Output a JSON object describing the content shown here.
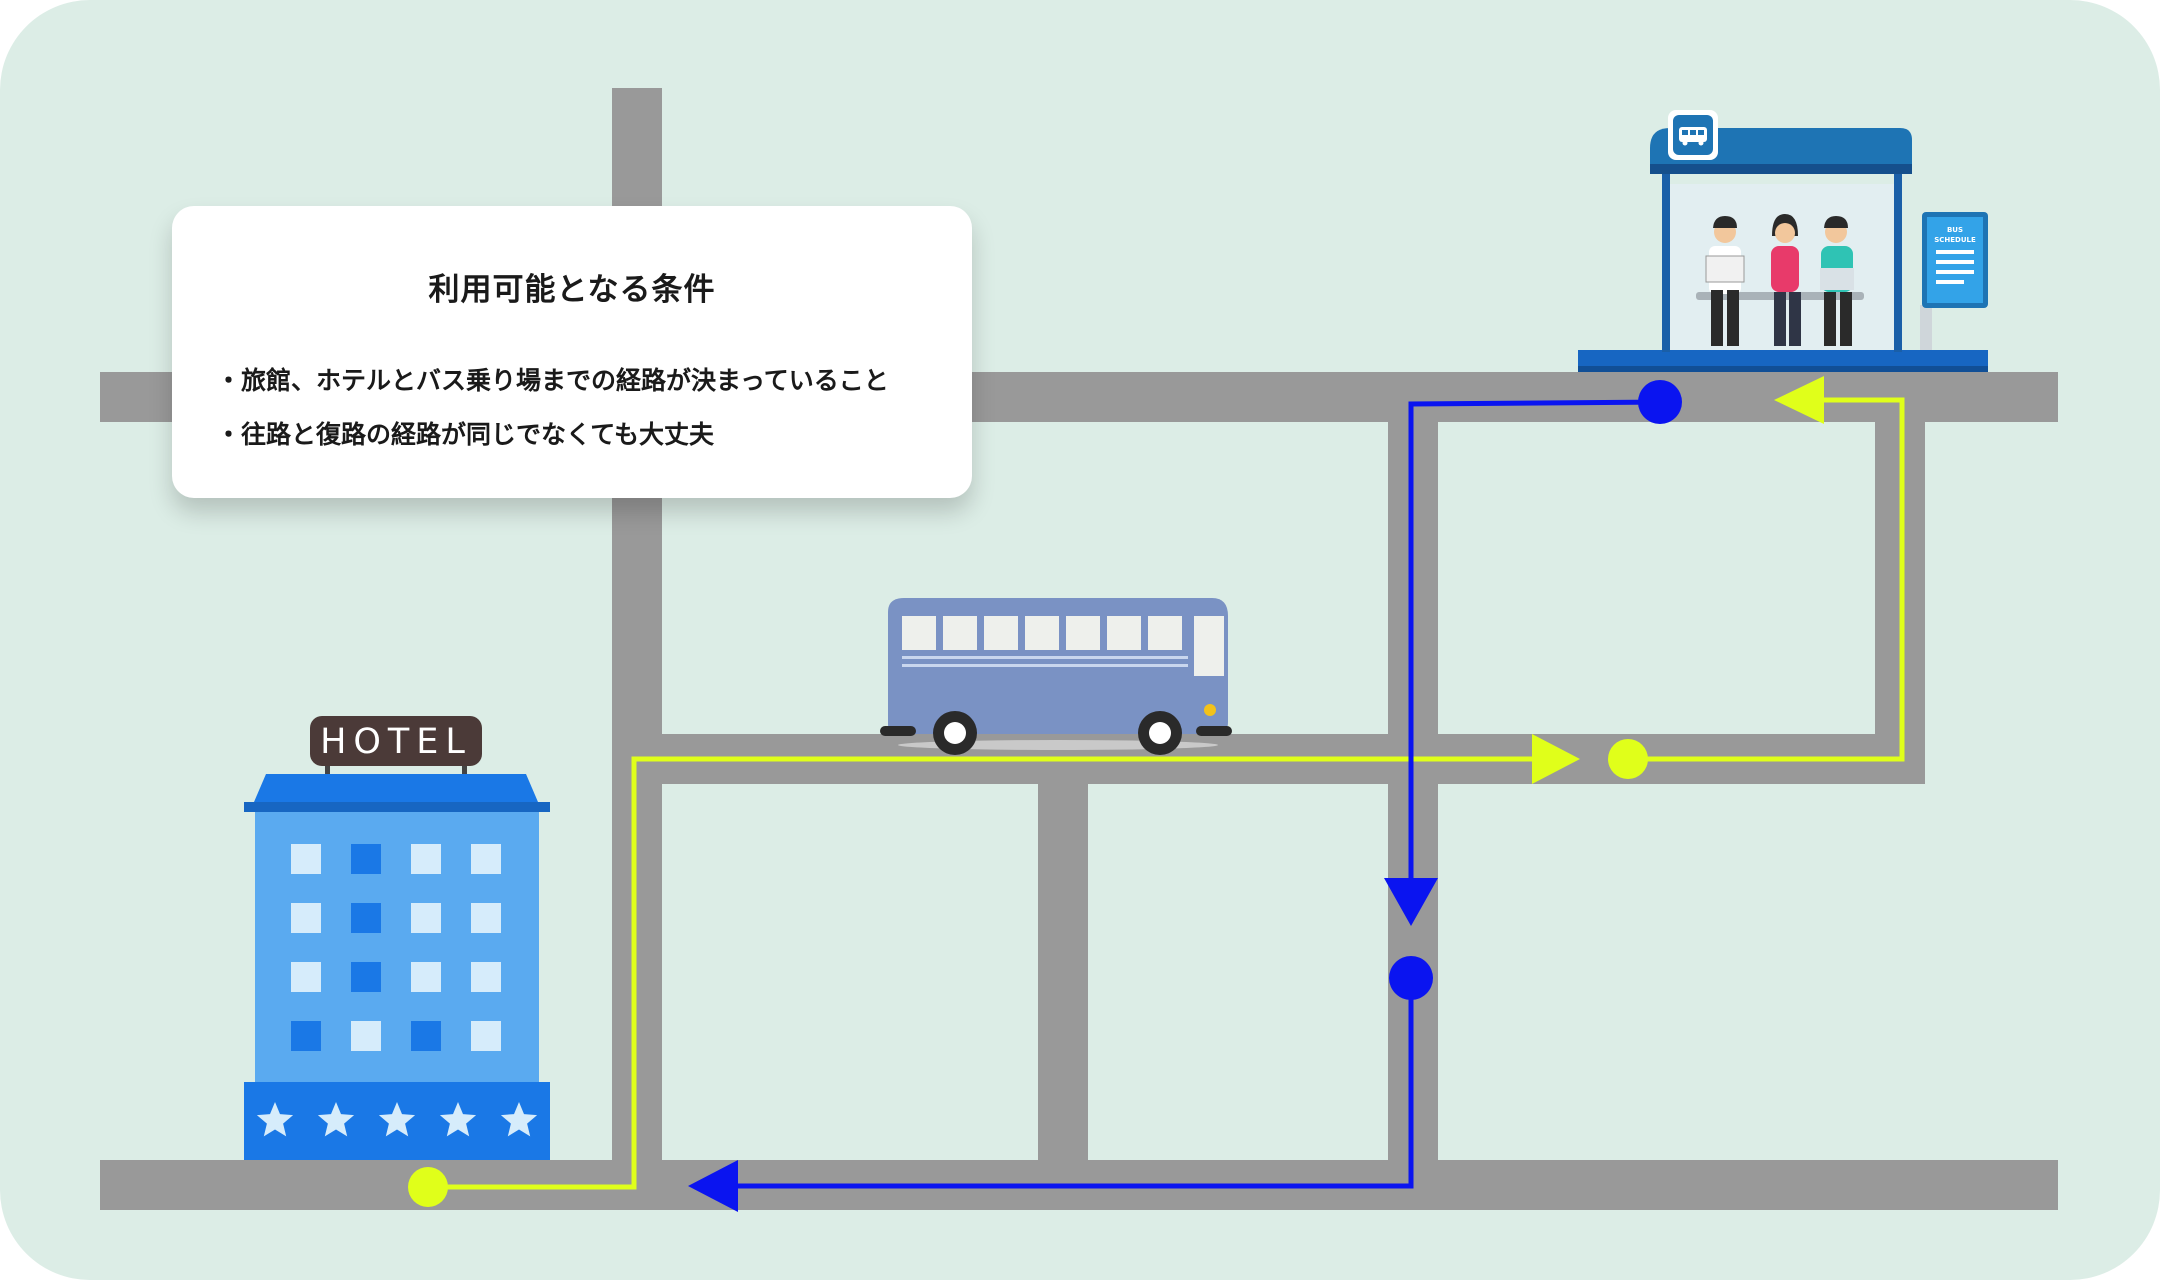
{
  "info": {
    "title": "利用可能となる条件",
    "items": [
      "旅館、ホテルとバス乗り場までの経路が決まっていること",
      "往路と復路の経路が同じでなくても大丈夫"
    ]
  },
  "hotel": {
    "sign": "HOTEL",
    "stars": 5
  },
  "bus_schedule": {
    "line1": "BUS",
    "line2": "SCHEDULE"
  },
  "colors": {
    "background": "#dcede6",
    "road": "#999999",
    "outbound_route": "#e0ff1a",
    "return_route": "#0a14f0",
    "hotel_body": "#5aaaf0",
    "hotel_base": "#1a78e6",
    "bus_body": "#7a92c4",
    "shelter_roof": "#1e74b4"
  },
  "icons": [
    "bus-icon",
    "star-icon",
    "schedule-board-icon"
  ]
}
